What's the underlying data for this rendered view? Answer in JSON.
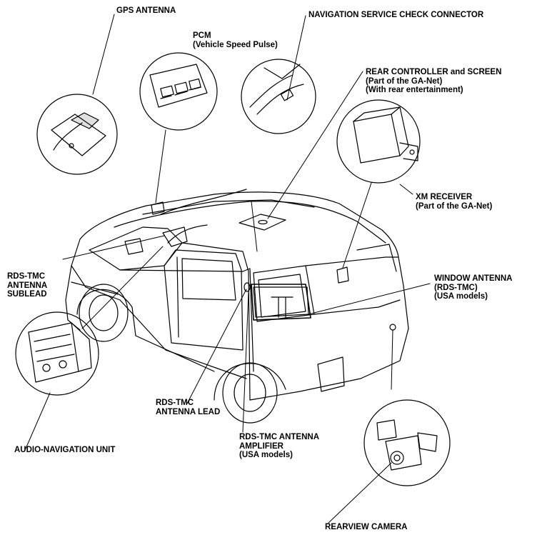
{
  "labels": {
    "gps_antenna": [
      "GPS ANTENNA"
    ],
    "pcm": [
      "PCM",
      "(Vehicle Speed Pulse)"
    ],
    "nav_check_connector": [
      "NAVIGATION SERVICE CHECK CONNECTOR"
    ],
    "rear_controller": [
      "REAR CONTROLLER and SCREEN",
      "(Part of the GA-Net)",
      "(With rear entertainment)"
    ],
    "xm_receiver": [
      "XM RECEIVER",
      "(Part of the GA-Net)"
    ],
    "window_antenna": [
      "WINDOW ANTENNA",
      "(RDS-TMC)",
      "(USA models)"
    ],
    "rds_sublead": [
      "RDS-TMC",
      "ANTENNA",
      "SUBLEAD"
    ],
    "rds_lead": [
      "RDS-TMC",
      "ANTENNA LEAD"
    ],
    "rds_amplifier": [
      "RDS-TMC ANTENNA",
      "AMPLIFIER",
      "(USA models)"
    ],
    "audio_nav_unit": [
      "AUDIO-NAVIGATION UNIT"
    ],
    "rearview_camera": [
      "REARVIEW CAMERA"
    ]
  },
  "colors": {
    "ink": "#000000",
    "paper": "#ffffff"
  }
}
